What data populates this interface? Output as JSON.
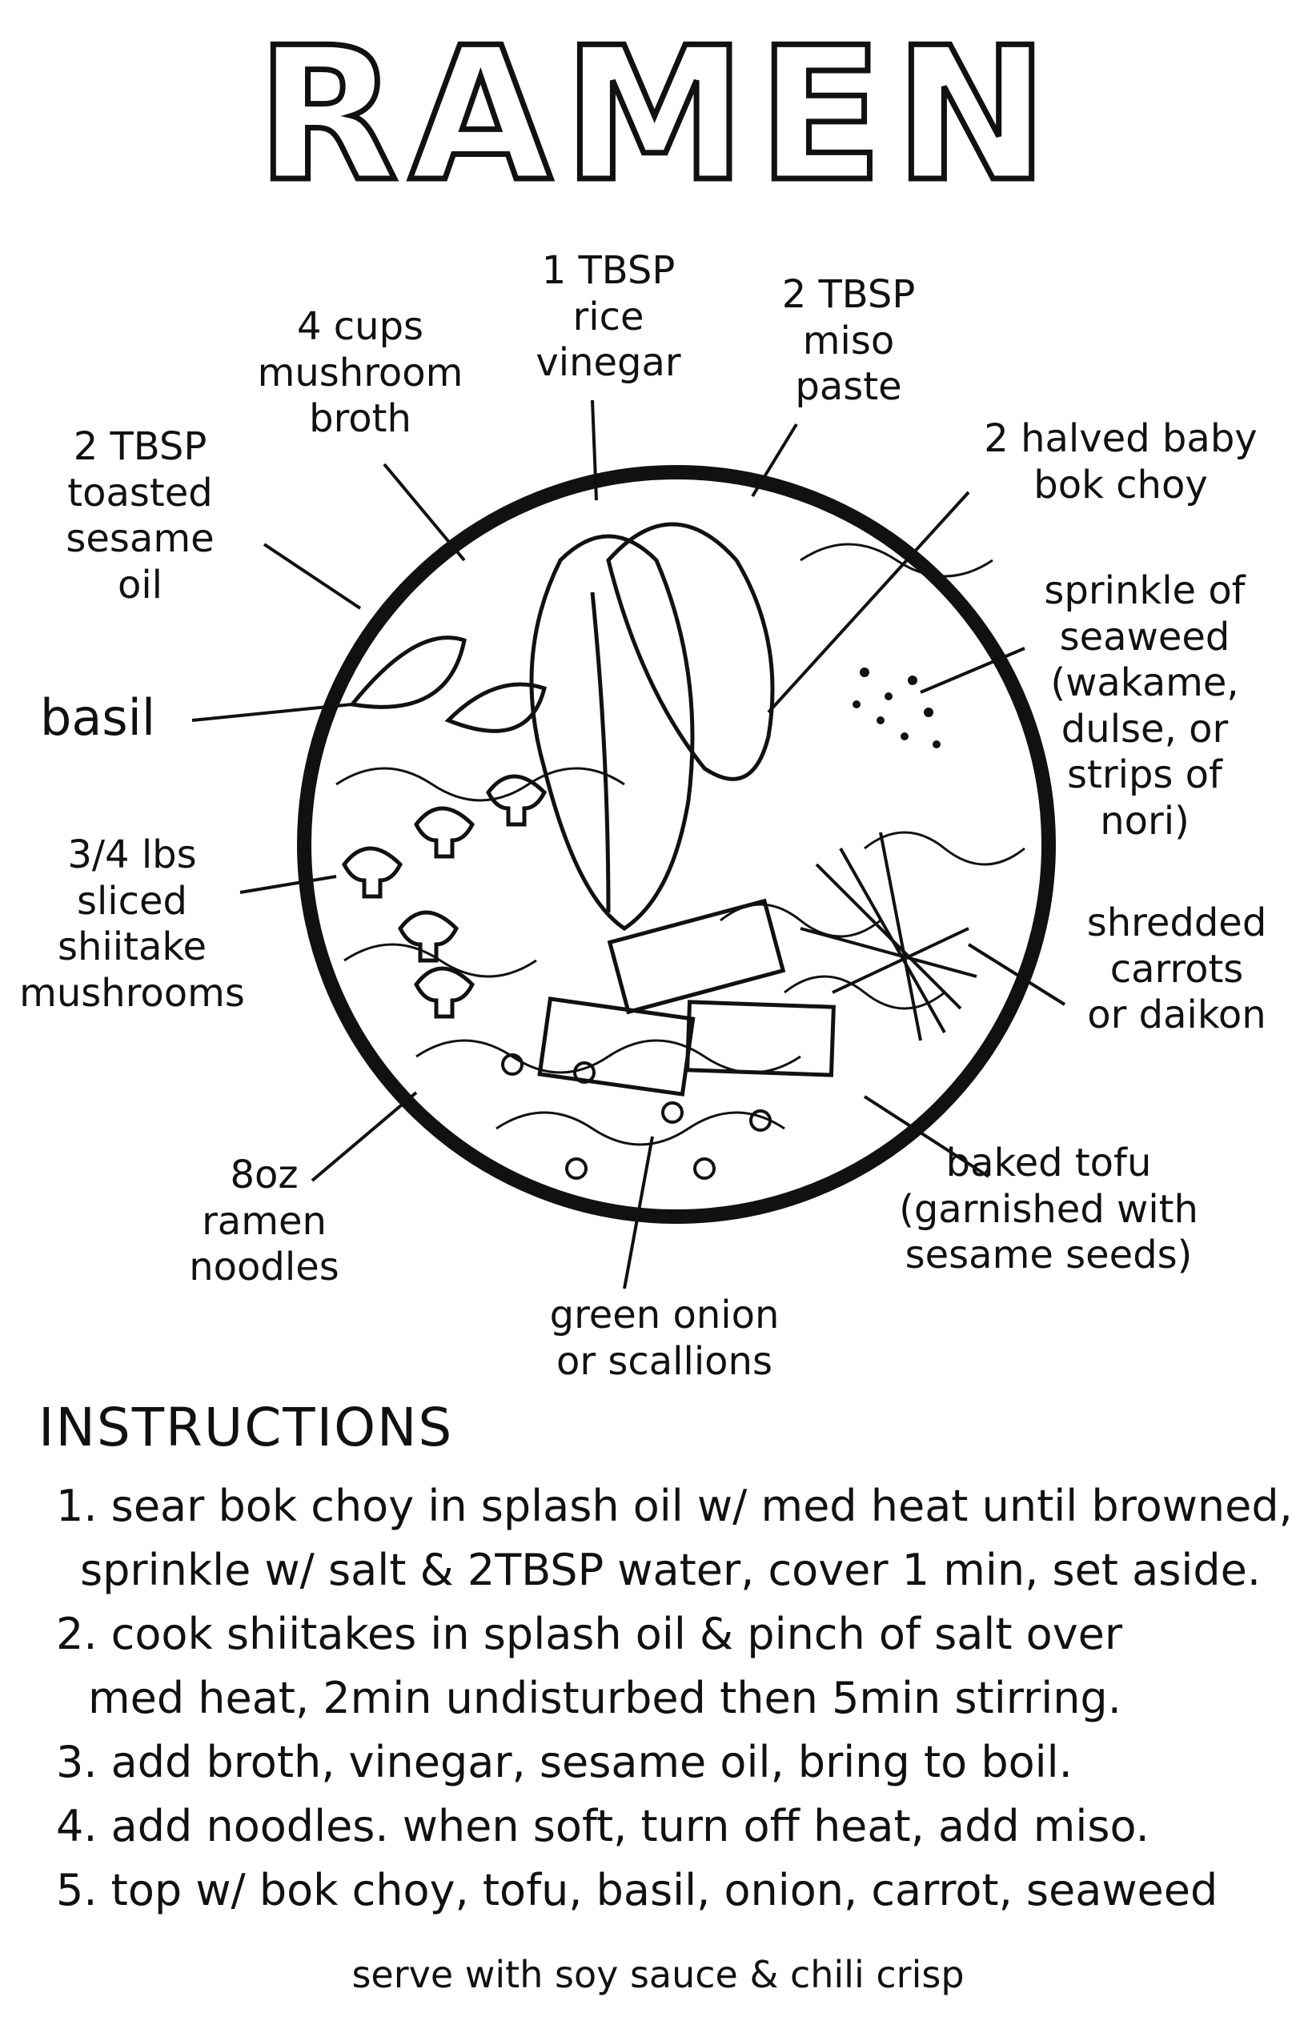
{
  "title": "RAMEN",
  "labels": {
    "vinegar": "1 TBSP\nrice\nvinegar",
    "miso": "2 TBSP\nmiso\npaste",
    "broth": "4 cups\nmushroom\nbroth",
    "sesame_oil": "2 TBSP\ntoasted\nsesame\noil",
    "bok_choy": "2 halved baby\nbok choy",
    "seaweed": "sprinkle of\nseaweed\n(wakame,\ndulse, or\nstrips of\nnori)",
    "basil": "basil",
    "mushrooms": "3/4 lbs\nsliced\nshiitake\nmushrooms",
    "carrots": "shredded\ncarrots\nor daikon",
    "noodles": "8oz\nramen\nnoodles",
    "tofu": "baked tofu\n(garnished with\nsesame seeds)",
    "onion": "green onion\nor scallions"
  },
  "instructions": {
    "heading": "INSTRUCTIONS",
    "steps": [
      "1. sear bok choy in splash oil w/ med heat until browned,",
      "   sprinkle w/ salt & 2TBSP water, cover 1 min, set aside.",
      "2. cook shiitakes in splash oil & pinch of salt over",
      "   med heat, 2min undisturbed then 5min stirring.",
      "3. add broth, vinegar, sesame oil, bring to boil.",
      "4. add noodles. when soft, turn off heat, add miso.",
      "5. top w/ bok choy, tofu, basil, onion, carrot, seaweed"
    ],
    "serve": "serve with soy sauce & chili crisp"
  },
  "colors": {
    "ink": "#111111",
    "paper": "#ffffff"
  }
}
